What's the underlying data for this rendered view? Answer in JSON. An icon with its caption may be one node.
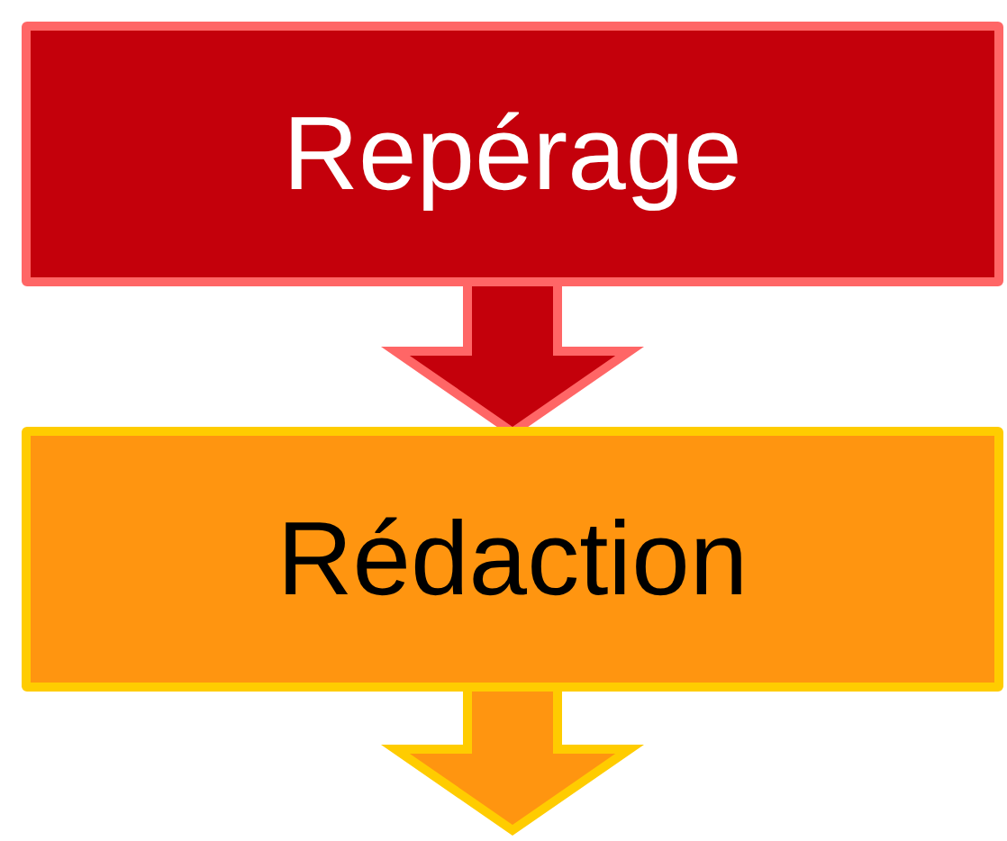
{
  "diagram": {
    "nodes": [
      {
        "text": [
          "Repérage"
        ]
      },
      {
        "text": [
          "Rédaction"
        ]
      }
    ],
    "edges": [
      {
        "from": 0,
        "to": 1,
        "arrow": "to",
        "style": "thick",
        "color": "#c4000b"
      },
      {
        "from": 1,
        "to": null,
        "arrow": "to",
        "style": "thick",
        "color": "#ff9510"
      }
    ]
  }
}
